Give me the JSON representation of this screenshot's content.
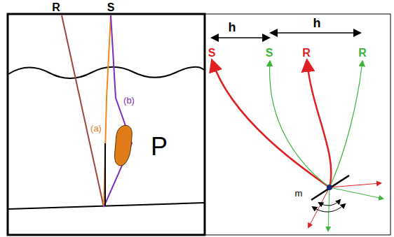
{
  "diagram": {
    "labels": [
      "R",
      "S",
      "(a)",
      "(b)",
      "P",
      "h",
      "h",
      "S",
      "S",
      "R",
      "R",
      "m"
    ]
  }
}
